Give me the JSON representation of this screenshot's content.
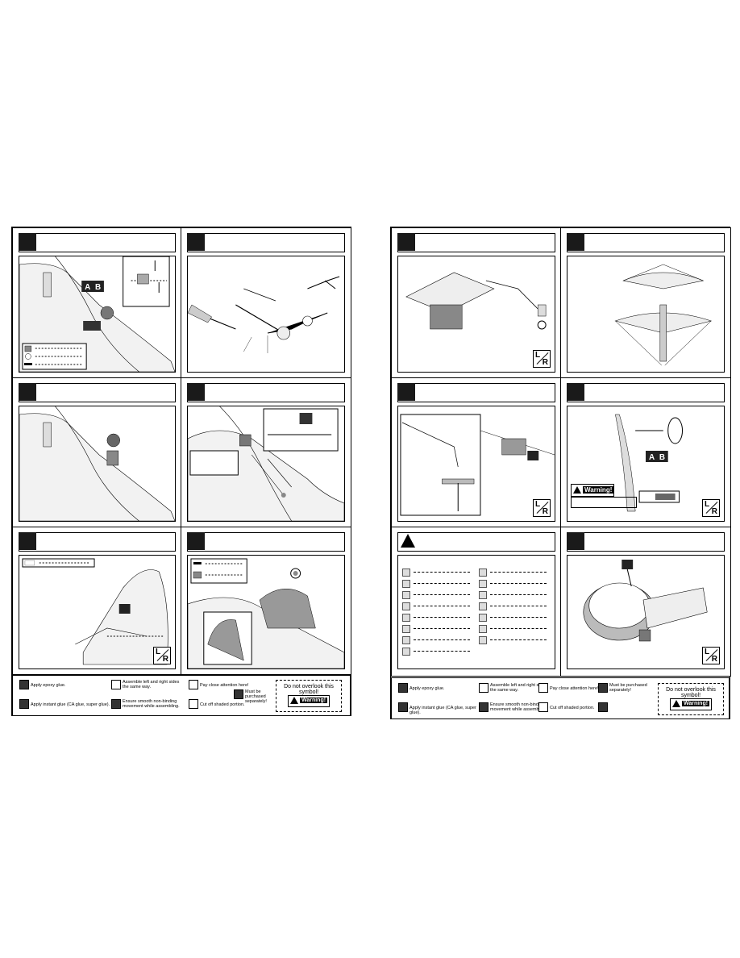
{
  "left_page": {
    "legend_step1": [
      "",
      "",
      ""
    ],
    "note_step5": "",
    "legend_step6": [
      "",
      ""
    ],
    "footer": {
      "epoxy": "Apply epoxy glue.",
      "instant": "Apply instant glue (CA glue, super glue).",
      "assemble": "Assemble left and right sides the same way.",
      "ensure": "Ensure smooth non-binding movement while assembling.",
      "attention": "Pay close attention here!",
      "cut": "Cut off shaded portion.",
      "purchased": "Must be purchased separately!",
      "overlook": "Do not overlook this symbol!",
      "warning": "Warning!"
    }
  },
  "right_page": {
    "warning_step4": "Warning!",
    "footer": {
      "epoxy": "Apply epoxy glue.",
      "instant": "Apply instant glue (CA glue, super glue).",
      "assemble": "Assemble left and right sides the same way.",
      "ensure": "Ensure smooth non-binding movement while assembling.",
      "attention": "Pay close attention here!",
      "cut": "Cut off shaded portion.",
      "purchased": "Must be purchased separately!",
      "overlook": "Do not overlook this symbol!",
      "warning": "Warning!"
    }
  },
  "lr_label": {
    "l": "L",
    "r": "R"
  },
  "ab_label": {
    "a": "A",
    "b": "B"
  },
  "colors": {
    "step_block": "#1a1a1a",
    "line": "#000000",
    "shade": "#888888"
  }
}
